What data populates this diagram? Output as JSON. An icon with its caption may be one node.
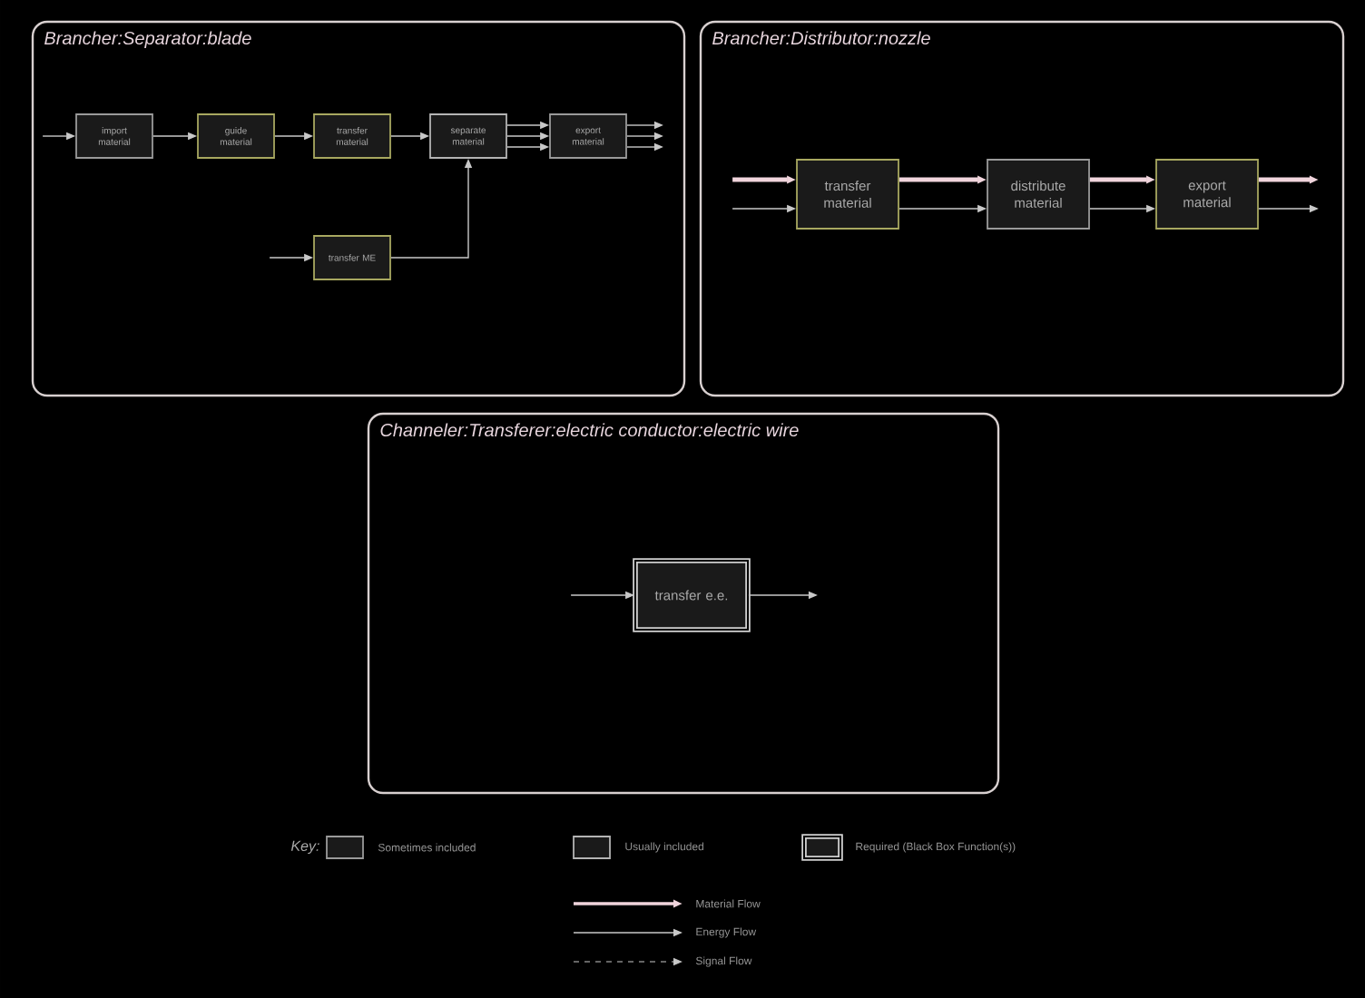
{
  "diagram": {
    "nodes": [
      {
        "text": [
          "Brancher:Separator:blade"
        ]
      },
      {
        "text": [
          "import material"
        ],
        "in": 0
      },
      {
        "text": [
          "guide material"
        ],
        "in": 0
      },
      {
        "text": [
          "transfer material"
        ],
        "in": 0
      },
      {
        "text": [
          "separate material"
        ],
        "in": 0
      },
      {
        "text": [
          "export material"
        ],
        "in": 0
      },
      {
        "text": [
          "transfer ME"
        ],
        "in": 0
      },
      {
        "text": [
          "Brancher:Distributor:nozzle"
        ]
      },
      {
        "text": [
          "transfer material"
        ],
        "in": 7
      },
      {
        "text": [
          "distribute material"
        ],
        "in": 7
      },
      {
        "text": [
          "export material"
        ],
        "in": 7
      },
      {
        "text": [
          "Channeler:Transferer:electric conductor:electric wire"
        ]
      },
      {
        "text": [
          "transfer e.e."
        ],
        "in": 11
      }
    ],
    "edges": [
      {
        "from": null,
        "to": 1,
        "arrow": "to"
      },
      {
        "from": 1,
        "to": 2,
        "arrow": "to"
      },
      {
        "from": 2,
        "to": 3,
        "arrow": "to"
      },
      {
        "from": 3,
        "to": 4,
        "arrow": "to"
      },
      {
        "from": 4,
        "to": 5,
        "arrow": "to"
      },
      {
        "from": 4,
        "to": 5,
        "arrow": "to"
      },
      {
        "from": 4,
        "to": 5,
        "arrow": "to"
      },
      {
        "from": 5,
        "to": null,
        "arrow": "to"
      },
      {
        "from": 5,
        "to": null,
        "arrow": "to"
      },
      {
        "from": 5,
        "to": null,
        "arrow": "to"
      },
      {
        "from": null,
        "to": 6,
        "arrow": "to"
      },
      {
        "from": 6,
        "to": 4,
        "arrow": "to"
      },
      {
        "from": null,
        "to": 8,
        "arrow": "to",
        "style": "thick",
        "color": "#f0d4dc"
      },
      {
        "from": null,
        "to": 8,
        "arrow": "to"
      },
      {
        "from": 8,
        "to": 9,
        "arrow": "to",
        "style": "thick",
        "color": "#f0d4dc"
      },
      {
        "from": 8,
        "to": 9,
        "arrow": "to"
      },
      {
        "from": 9,
        "to": 10,
        "arrow": "to",
        "style": "thick",
        "color": "#f0d4dc"
      },
      {
        "from": 9,
        "to": 10,
        "arrow": "to"
      },
      {
        "from": 10,
        "to": null,
        "arrow": "to",
        "style": "thick",
        "color": "#f0d4dc"
      },
      {
        "from": 10,
        "to": null,
        "arrow": "to"
      },
      {
        "from": null,
        "to": 12,
        "arrow": "to"
      },
      {
        "from": 12,
        "to": null,
        "arrow": "to"
      }
    ],
    "labels": [
      "Key:"
    ],
    "legend": [
      {
        "text": "Sometimes included"
      },
      {
        "text": "Usually included"
      },
      {
        "text": "Required (Black Box Function(s))"
      },
      {
        "text": "Material Flow"
      },
      {
        "text": "Energy Flow"
      },
      {
        "text": "Signal Flow"
      }
    ]
  }
}
